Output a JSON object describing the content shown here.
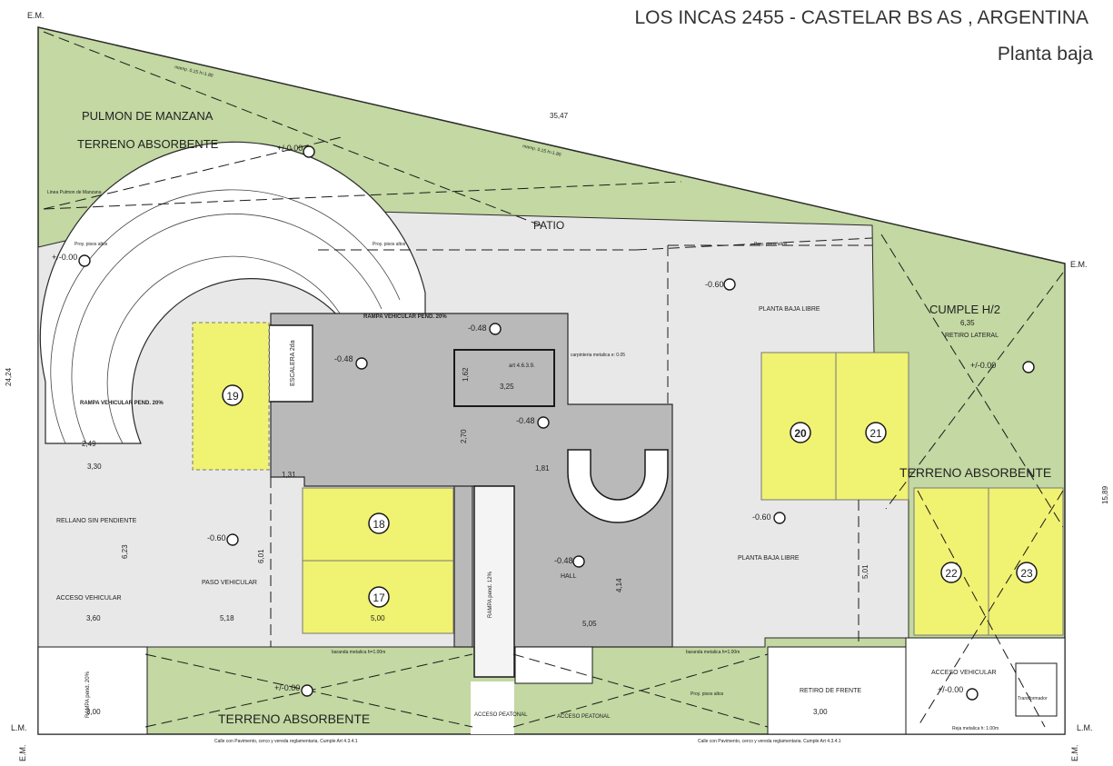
{
  "header": {
    "address": "LOS INCAS 2455 - CASTELAR  BS AS , ARGENTINA",
    "floor": "Planta baja"
  },
  "colors": {
    "green": "#c3d8a2",
    "light_gray": "#e8e8e8",
    "mid_gray": "#b9b9b9",
    "yellow": "#f0f272",
    "line": "#2a2a2a"
  },
  "areas": {
    "pulmon": "PULMON DE MANZANA",
    "terreno_top": "TERRENO ABSORBENTE",
    "patio": "PATIO",
    "cumple": "CUMPLE H/2",
    "retiro_lateral": "RETIRO LATERAL",
    "terreno_right": "TERRENO ABSORBENTE",
    "terreno_bottom": "TERRENO ABSORBENTE",
    "planta_libre_1": "PLANTA BAJA LIBRE",
    "planta_libre_2": "PLANTA BAJA LIBRE",
    "rellano": "RELLANO SIN PENDIENTE",
    "acceso_vehicular_left": "ACCESO VEHICULAR",
    "paso_vehicular": "PASO VEHICULAR",
    "hall": "HALL",
    "acceso_peatonal_1": "ACCESO PEATONAL",
    "acceso_peatonal_2": "ACCESO PEATONAL",
    "acceso_vehicular_right": "ACCESO VEHICULAR",
    "retiro_frente": "RETIRO DE FRENTE",
    "escalera": "ESCALERA 2da",
    "transformador": "Transformador",
    "rampa_left": "RAMPA VEHICULAR PEND. 20%",
    "rampa_curve": "RAMPA VEHICULAR PEND. 20%",
    "rampa_bottom": "RAMPA pend. 20%",
    "rampa_center": "RAMPA pend. 12%",
    "carpinteria": "carpinteria metalica e: 0.05",
    "linea_pulmon": "Linea Pulmon de Manzana",
    "street_1": "Calle con Pavimento, cerco y vereda reglamentaria. Cumple Art 4.3.4.1",
    "street_2": "Calle con Pavimento, cerco y vereda reglamentaria. Cumple Art 4.3.4.1",
    "art": "art 4.6.3.9.",
    "reja": "Reja metalica h: 1.00m"
  },
  "units": [
    {
      "id": "19"
    },
    {
      "id": "18"
    },
    {
      "id": "17"
    },
    {
      "id": "20"
    },
    {
      "id": "21"
    },
    {
      "id": "22"
    },
    {
      "id": "23"
    }
  ],
  "levels": {
    "l_top": "+/-0.00",
    "l_left": "+/-0.00",
    "l_patio": "-0.60",
    "l_center": "-0.48",
    "l_stair": "-0.48",
    "l_hall_top": "-0.48",
    "l_right": "+/-0.00",
    "l_paso": "-0.60",
    "l_hall": "-0.48",
    "l_planta2": "-0.60",
    "l_bottom_l": "+/-0.00",
    "l_bottom_r": "+/-0.00"
  },
  "dimensions": {
    "d_top": "35,47",
    "d_left": "24,24",
    "d_right": "15,89",
    "d_cumple": "6,35",
    "d_360": "3,60",
    "d_518": "5,18",
    "d_500": "5,00",
    "d_505": "5,05",
    "d_623": "6,23",
    "d_601": "6,01",
    "d_414": "4,14",
    "d_501": "5,01",
    "d_330": "3,30",
    "d_249": "2,49",
    "d_181": "1,81",
    "d_325": "3,25",
    "d_270": "2,70",
    "d_131": "1,31",
    "d_300a": "3,00",
    "d_300b": "3,00",
    "d_162": "1,62"
  },
  "markers": {
    "em_tl": "E.M.",
    "em_tr": "E.M.",
    "em_bl": "E.M.",
    "em_br": "E.M.",
    "lm_l": "L.M.",
    "lm_r": "L.M."
  },
  "notes": {
    "proy1": "Proy. pisos altos",
    "proy2": "Proy. pisos altos",
    "proy3": "Proy. pisos altos",
    "proy4": "Proy. pisos altos",
    "baranda1": "baranda metalica h=1.00m",
    "baranda2": "baranda metalica h=1.00m",
    "mamp1": "mamp. 0.15 h=1.80",
    "mamp2": "mamp. 0.15 h=1.80"
  }
}
